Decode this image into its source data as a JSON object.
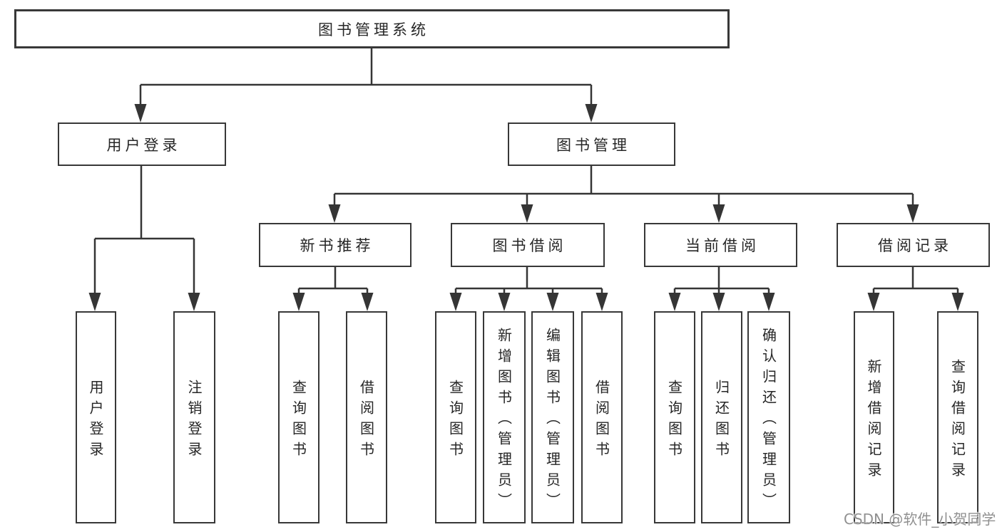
{
  "watermark": "CSDN @软件_小贺同学",
  "colors": {
    "background": "#ffffff",
    "line": "#353535",
    "box_border": "#383838",
    "text": "#262626",
    "watermark": "#8a8a8a"
  },
  "tree": {
    "root": {
      "label": "图书管理系统"
    },
    "level2": [
      {
        "label": "用户登录",
        "children": [
          "用户登录",
          "注销登录"
        ]
      },
      {
        "label": "图书管理",
        "children": [
          "新书推荐",
          "图书借阅",
          "当前借阅",
          "借阅记录"
        ]
      }
    ],
    "level3": [
      {
        "label": "新书推荐",
        "children": [
          "查询图书",
          "借阅图书"
        ]
      },
      {
        "label": "图书借阅",
        "children": [
          "查询图书",
          "新增图书（管理员）",
          "编辑图书（管理员）",
          "借阅图书"
        ]
      },
      {
        "label": "当前借阅",
        "children": [
          "查询图书",
          "归还图书",
          "确认归还（管理员）"
        ]
      },
      {
        "label": "借阅记录",
        "children": [
          "新增借阅记录",
          "查询借阅记录"
        ]
      }
    ],
    "leaves": [
      {
        "parent": "用户登录",
        "label": "用户登录"
      },
      {
        "parent": "用户登录",
        "label": "注销登录"
      },
      {
        "parent": "新书推荐",
        "label": "查询图书"
      },
      {
        "parent": "新书推荐",
        "label": "借阅图书"
      },
      {
        "parent": "图书借阅",
        "label": "查询图书"
      },
      {
        "parent": "图书借阅",
        "label": "新增图书（管理员）"
      },
      {
        "parent": "图书借阅",
        "label": "编辑图书（管理员）"
      },
      {
        "parent": "图书借阅",
        "label": "借阅图书"
      },
      {
        "parent": "当前借阅",
        "label": "查询图书"
      },
      {
        "parent": "当前借阅",
        "label": "归还图书"
      },
      {
        "parent": "当前借阅",
        "label": "确认归还（管理员）"
      },
      {
        "parent": "借阅记录",
        "label": "新增借阅记录"
      },
      {
        "parent": "借阅记录",
        "label": "查询借阅记录"
      }
    ]
  }
}
